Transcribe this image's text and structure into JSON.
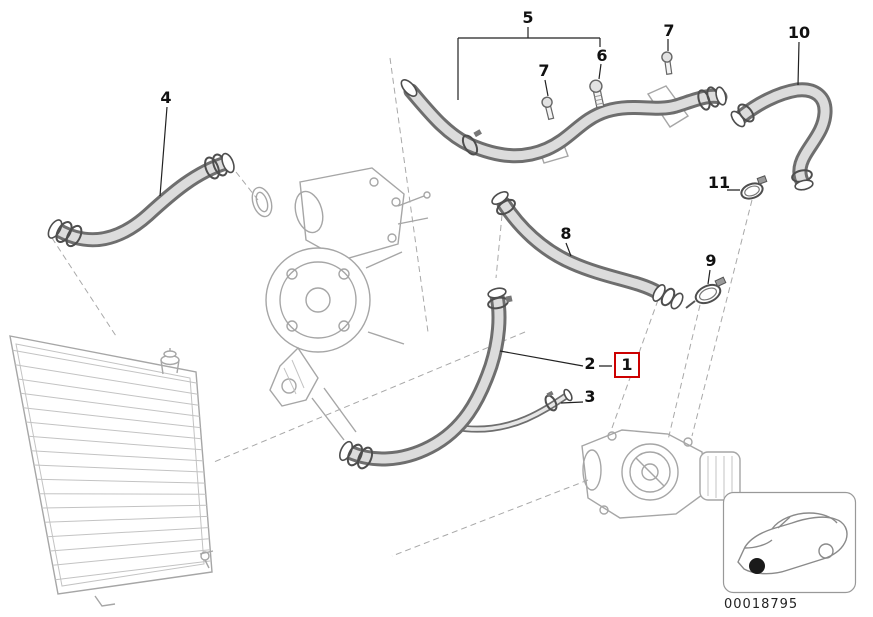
{
  "diagram": {
    "description": "Exploded parts diagram - cooling system water hoses",
    "part_number": "00018795",
    "highlight_color": "#cc0000",
    "callouts": [
      {
        "label": "4",
        "part": "hose"
      },
      {
        "label": "5",
        "part": "hose-assembly"
      },
      {
        "label": "6",
        "part": "bolt"
      },
      {
        "label": "7",
        "part": "screw"
      },
      {
        "label": "7",
        "part": "screw"
      },
      {
        "label": "8",
        "part": "hose"
      },
      {
        "label": "9",
        "part": "hose-clamp"
      },
      {
        "label": "10",
        "part": "hose"
      },
      {
        "label": "11",
        "part": "hose-clamp"
      },
      {
        "label": "2",
        "part": "hose"
      },
      {
        "label": "1",
        "part": "hose",
        "highlighted": true
      },
      {
        "label": "3",
        "part": "hose-clamp"
      }
    ]
  }
}
